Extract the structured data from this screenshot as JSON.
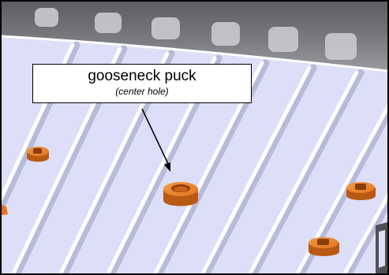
{
  "callout": {
    "title": "gooseneck puck",
    "subtitle": "(center hole)"
  },
  "colors": {
    "truck_bed": "#dcdff7",
    "bed_groove": "#ffffff",
    "bed_ridge": "#b7bad8",
    "bulkhead": "#6f7076",
    "bulkhead_highlight": "#c9cacf",
    "puck_orange": "#e2741f",
    "puck_shadow": "#b85a12",
    "puck_hole": "#8a3d08",
    "frame": "#000000"
  },
  "icons": [
    "gooseneck-puck",
    "stake-pocket-puck",
    "pointer-arrow"
  ]
}
